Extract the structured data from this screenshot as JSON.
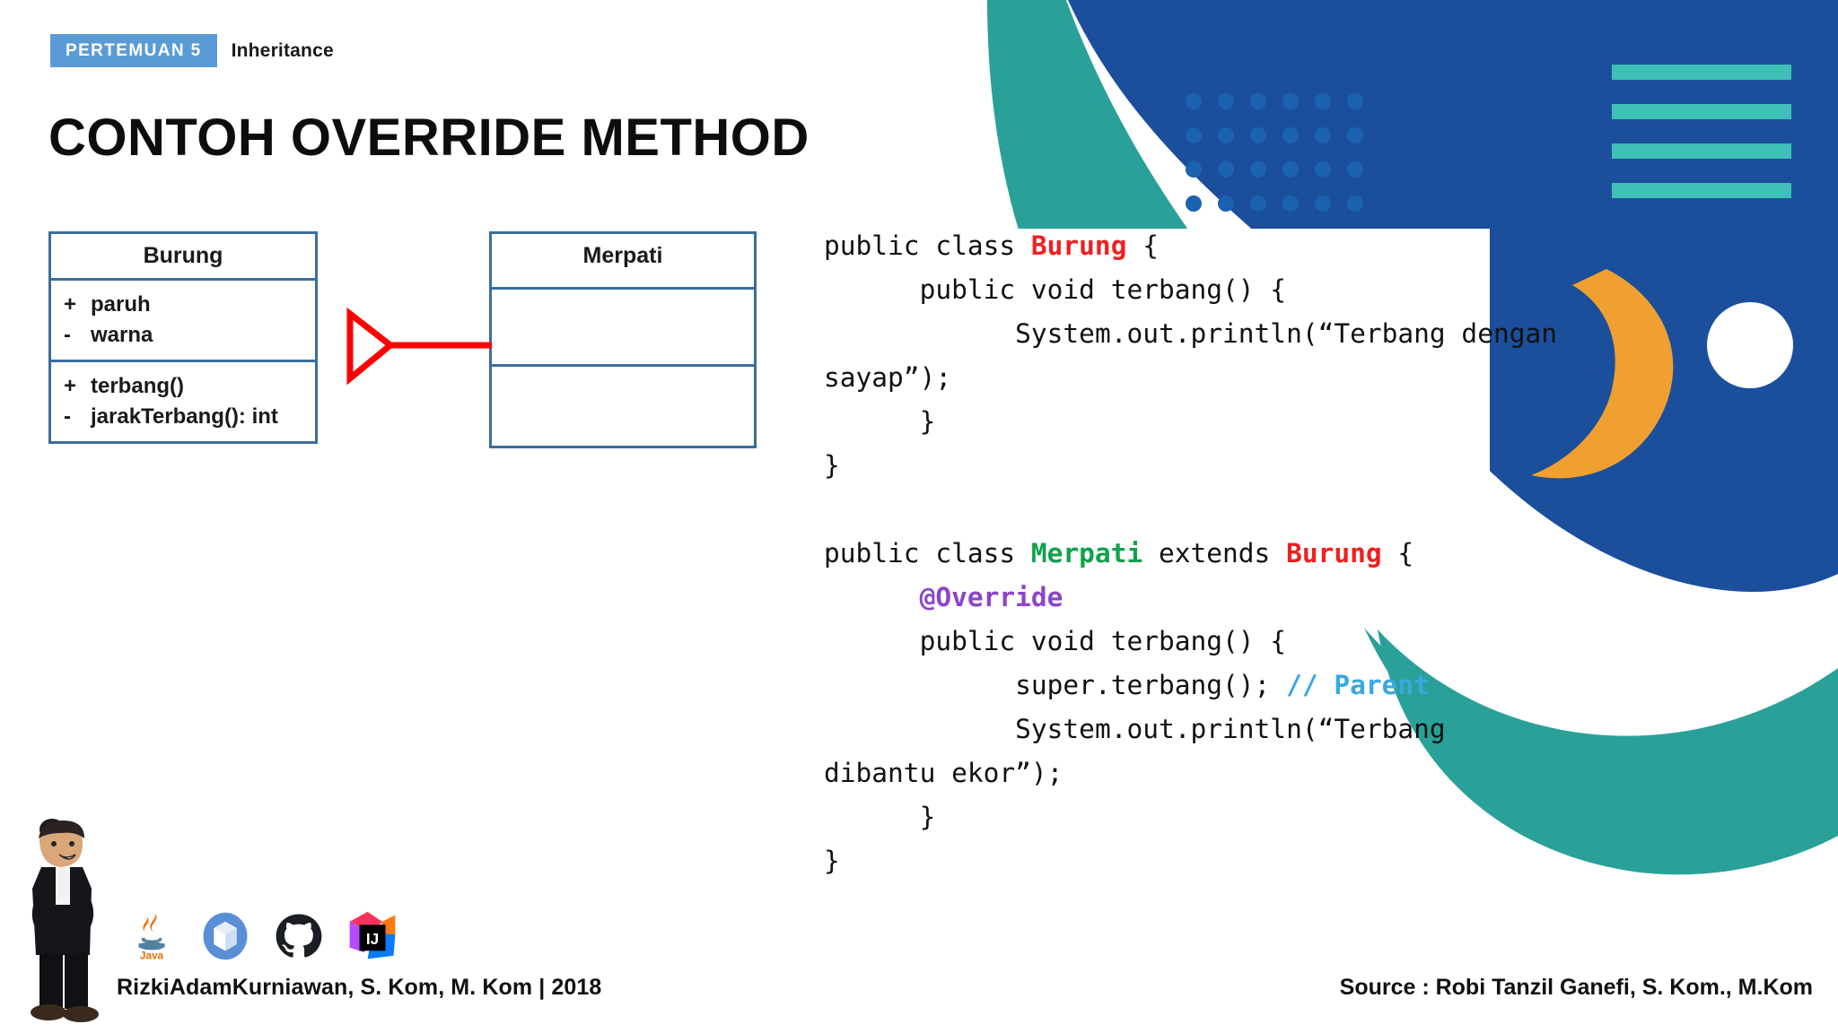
{
  "slide": {
    "badge_label": "PERTEMUAN 5",
    "badge_subtitle": "Inheritance",
    "title": "CONTOH OVERRIDE METHOD",
    "accent_blue": "#5b9bd5",
    "deep_blue": "#1b4f9c",
    "teal": "#2aa198",
    "orange": "#f0a030",
    "uml_border": "#3b6d9c",
    "arrow_red": "#ff0000"
  },
  "uml": {
    "parent": {
      "name": "Burung",
      "attributes": [
        {
          "visibility": "+",
          "text": "paruh"
        },
        {
          "visibility": "-",
          "text": "warna"
        }
      ],
      "methods": [
        {
          "visibility": "+",
          "text": "terbang()"
        },
        {
          "visibility": "-",
          "text": "jarakTerbang(): int"
        }
      ]
    },
    "child": {
      "name": "Merpati",
      "attributes": [],
      "methods": []
    },
    "relationship": "generalization-arrow"
  },
  "code": {
    "lines": [
      [
        {
          "t": "public class ",
          "c": "kw"
        },
        {
          "t": "Burung",
          "c": "red"
        },
        {
          "t": " {",
          "c": "kw"
        }
      ],
      [
        {
          "t": "      public void terbang() {",
          "c": "kw"
        }
      ],
      [
        {
          "t": "            System.out.println(“Terbang dengan sayap”);",
          "c": "kw"
        }
      ],
      [
        {
          "t": "      }",
          "c": "kw"
        }
      ],
      [
        {
          "t": "}",
          "c": "kw"
        }
      ],
      [
        {
          "t": "",
          "c": "kw"
        }
      ],
      [
        {
          "t": "public class ",
          "c": "kw"
        },
        {
          "t": "Merpati",
          "c": "green"
        },
        {
          "t": " extends ",
          "c": "kw"
        },
        {
          "t": "Burung",
          "c": "red"
        },
        {
          "t": " {",
          "c": "kw"
        }
      ],
      [
        {
          "t": "      ",
          "c": "kw"
        },
        {
          "t": "@Override",
          "c": "purple"
        }
      ],
      [
        {
          "t": "      public void terbang() {",
          "c": "kw"
        }
      ],
      [
        {
          "t": "            super.terbang(); ",
          "c": "kw"
        },
        {
          "t": "// Parent",
          "c": "cyan"
        }
      ],
      [
        {
          "t": "            System.out.println(“Terbang dibantu ekor”);",
          "c": "kw"
        }
      ],
      [
        {
          "t": "      }",
          "c": "kw"
        }
      ],
      [
        {
          "t": "}",
          "c": "kw"
        }
      ]
    ]
  },
  "footer": {
    "author": "RizkiAdamKurniawan, S. Kom, M. Kom | 2018",
    "source": "Source : Robi Tanzil Ganefi, S. Kom., M.Kom",
    "logos": [
      {
        "name": "java-logo",
        "label": "Java"
      },
      {
        "name": "netbeans-logo",
        "label": ""
      },
      {
        "name": "github-logo",
        "label": ""
      },
      {
        "name": "intellij-idea-logo",
        "label": "IJ"
      }
    ]
  }
}
